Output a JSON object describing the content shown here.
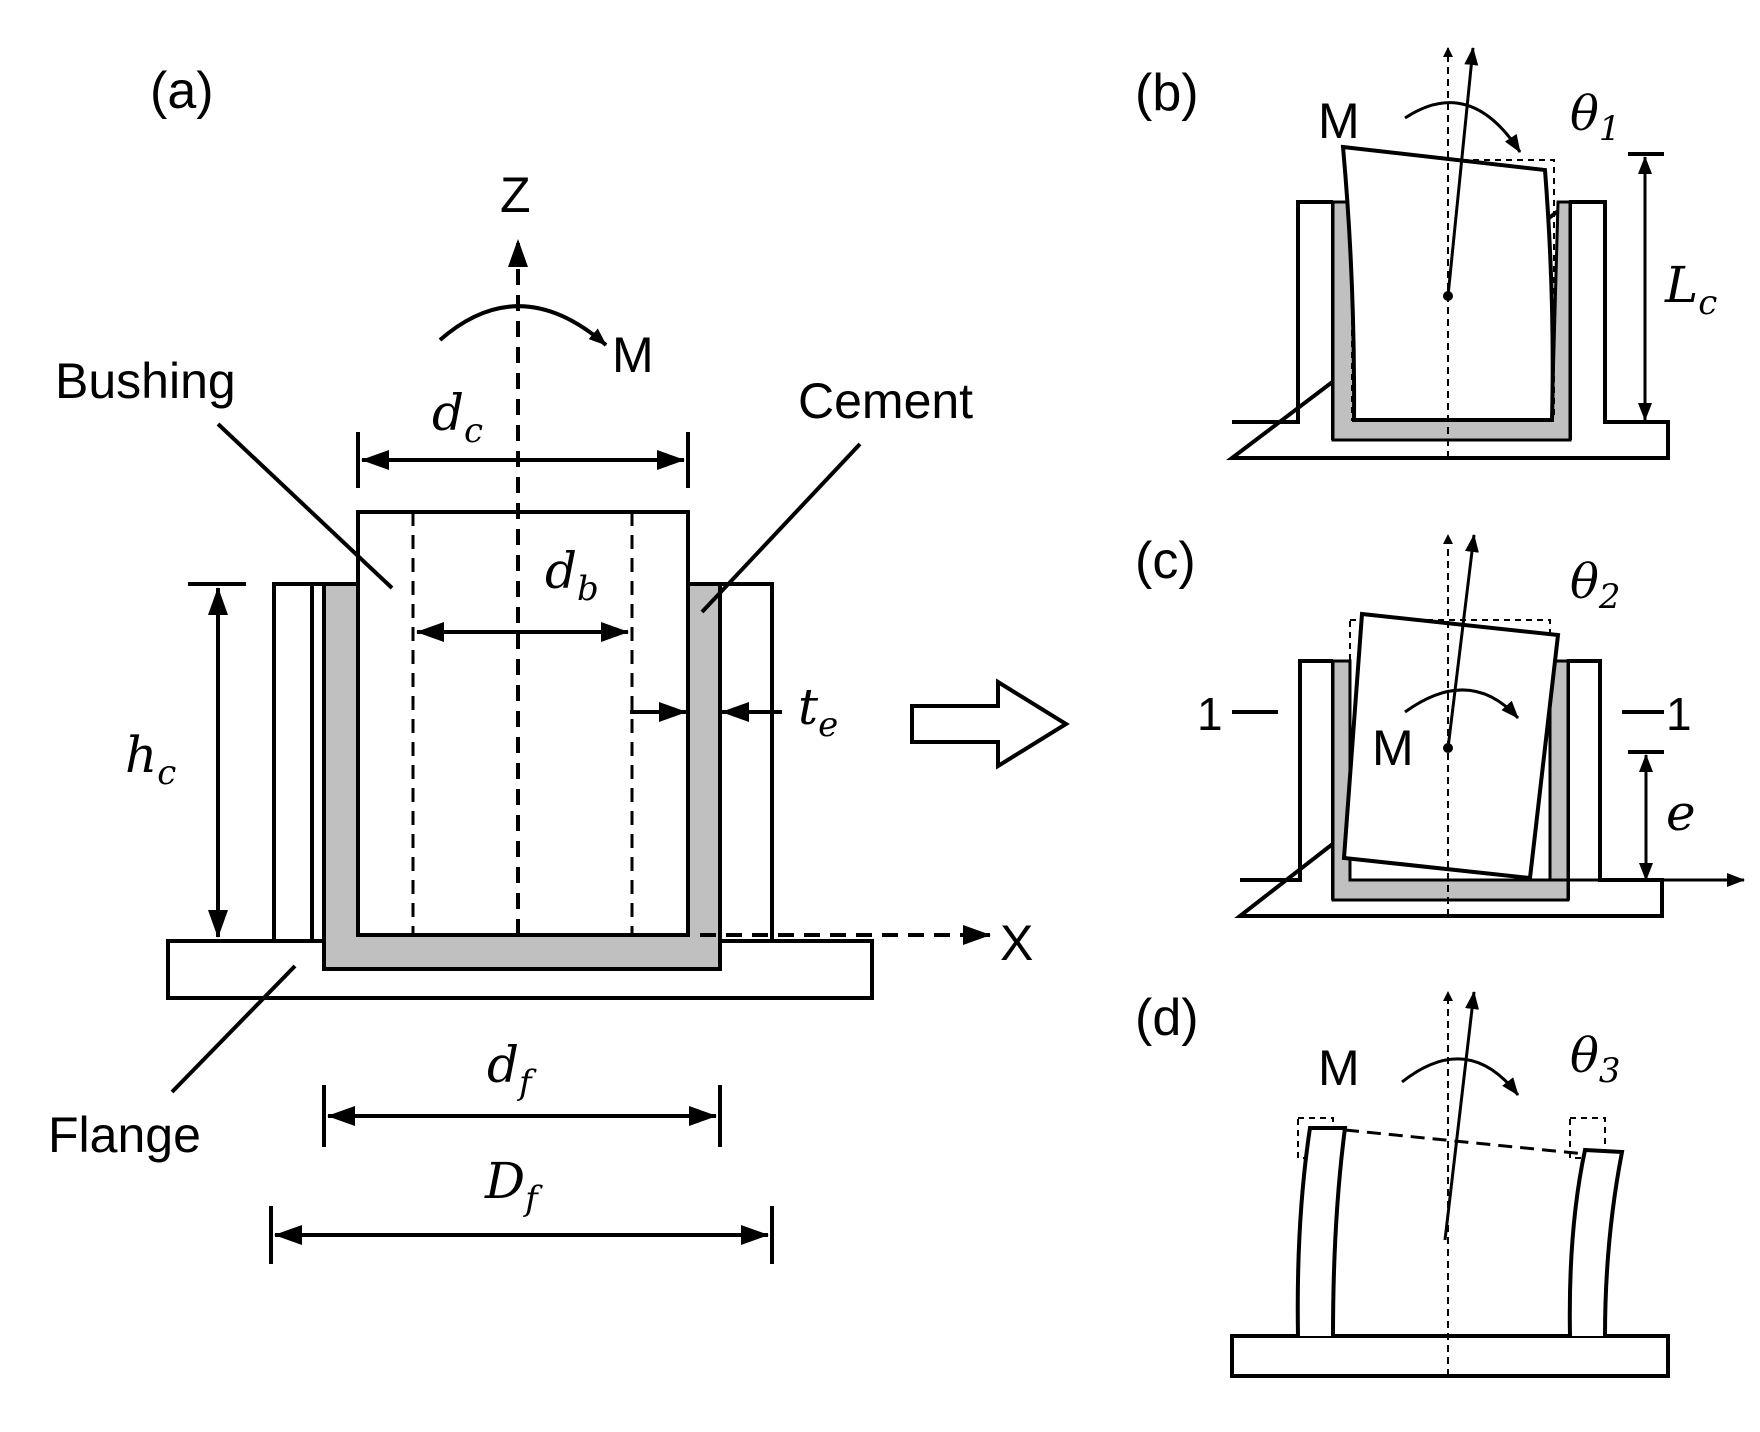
{
  "panels": {
    "a": {
      "label": "(a)",
      "axis_z": "Z",
      "axis_x": "X",
      "moment": "M",
      "labels": {
        "bushing": "Bushing",
        "cement": "Cement",
        "flange": "Flange"
      },
      "dims": {
        "dc": {
          "base": "d",
          "sub": "c"
        },
        "db": {
          "base": "d",
          "sub": "b"
        },
        "te": {
          "base": "t",
          "sub": "e"
        },
        "hc": {
          "base": "h",
          "sub": "c"
        },
        "df": {
          "base": "d",
          "sub": "f"
        },
        "Df": {
          "base": "D",
          "sub": "f"
        }
      }
    },
    "b": {
      "label": "(b)",
      "moment": "M",
      "theta": {
        "base": "θ",
        "sub": "1"
      },
      "Lc": {
        "base": "L",
        "sub": "c"
      }
    },
    "c": {
      "label": "(c)",
      "moment": "M",
      "theta": {
        "base": "θ",
        "sub": "2"
      },
      "e": "e",
      "section_left": "1",
      "section_right": "1"
    },
    "d": {
      "label": "(d)",
      "moment": "M",
      "theta": {
        "base": "θ",
        "sub": "3"
      }
    }
  },
  "colors": {
    "cement": "#c0c0c0",
    "stroke": "#000000",
    "background": "#ffffff"
  }
}
